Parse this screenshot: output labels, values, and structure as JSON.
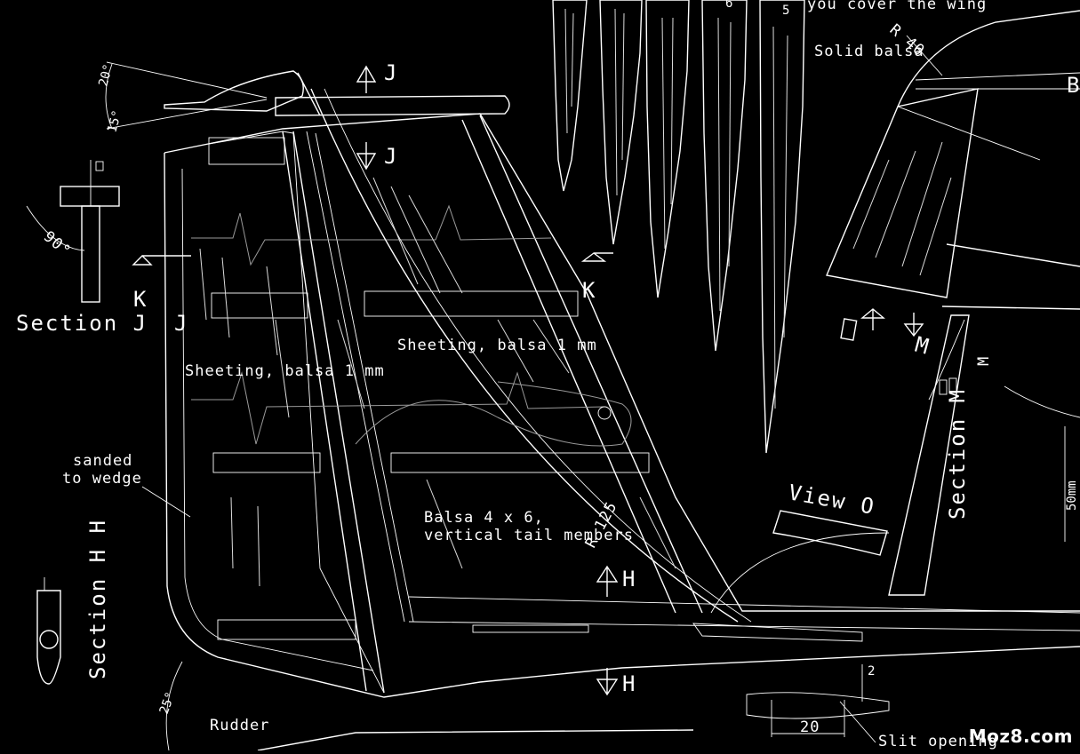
{
  "labels": {
    "section_j": "Section J",
    "marker_j_top": "J",
    "marker_j_bottom": "J",
    "marker_j_small": "J",
    "marker_k_left": "K",
    "marker_k_right": "K",
    "marker_h_top": "H",
    "marker_h_bottom": "H",
    "section_h": "Section H H",
    "marker_m_arrow": "M",
    "marker_m_side": "M",
    "section_m": "Section M",
    "marker_o": "O",
    "view_o": "View O",
    "solid_balsa": "Solid balsa",
    "top_cut_text": "you cover  the wing",
    "radius_40": "R 40",
    "radius_125": "R 125",
    "letter_b": "B",
    "sheeting_left": "Sheeting, balsa 1 mm",
    "sheeting_right": "Sheeting, balsa 1 mm",
    "sanded_line1": "sanded",
    "sanded_line2": "to wedge",
    "members_line1": "Balsa 4 x 6,",
    "members_line2": "vertical tail members",
    "rudder": "Rudder",
    "slit_opening": "Slit opening",
    "angle_20": "20°",
    "angle_15": "15°",
    "angle_90": "90°",
    "angle_25": "25°",
    "dim_50mm": "50mm",
    "dim_2": "2",
    "dim_20": "20",
    "rib_top_5": "5",
    "rib_top_6": "6"
  },
  "watermark": "Moz8.com"
}
